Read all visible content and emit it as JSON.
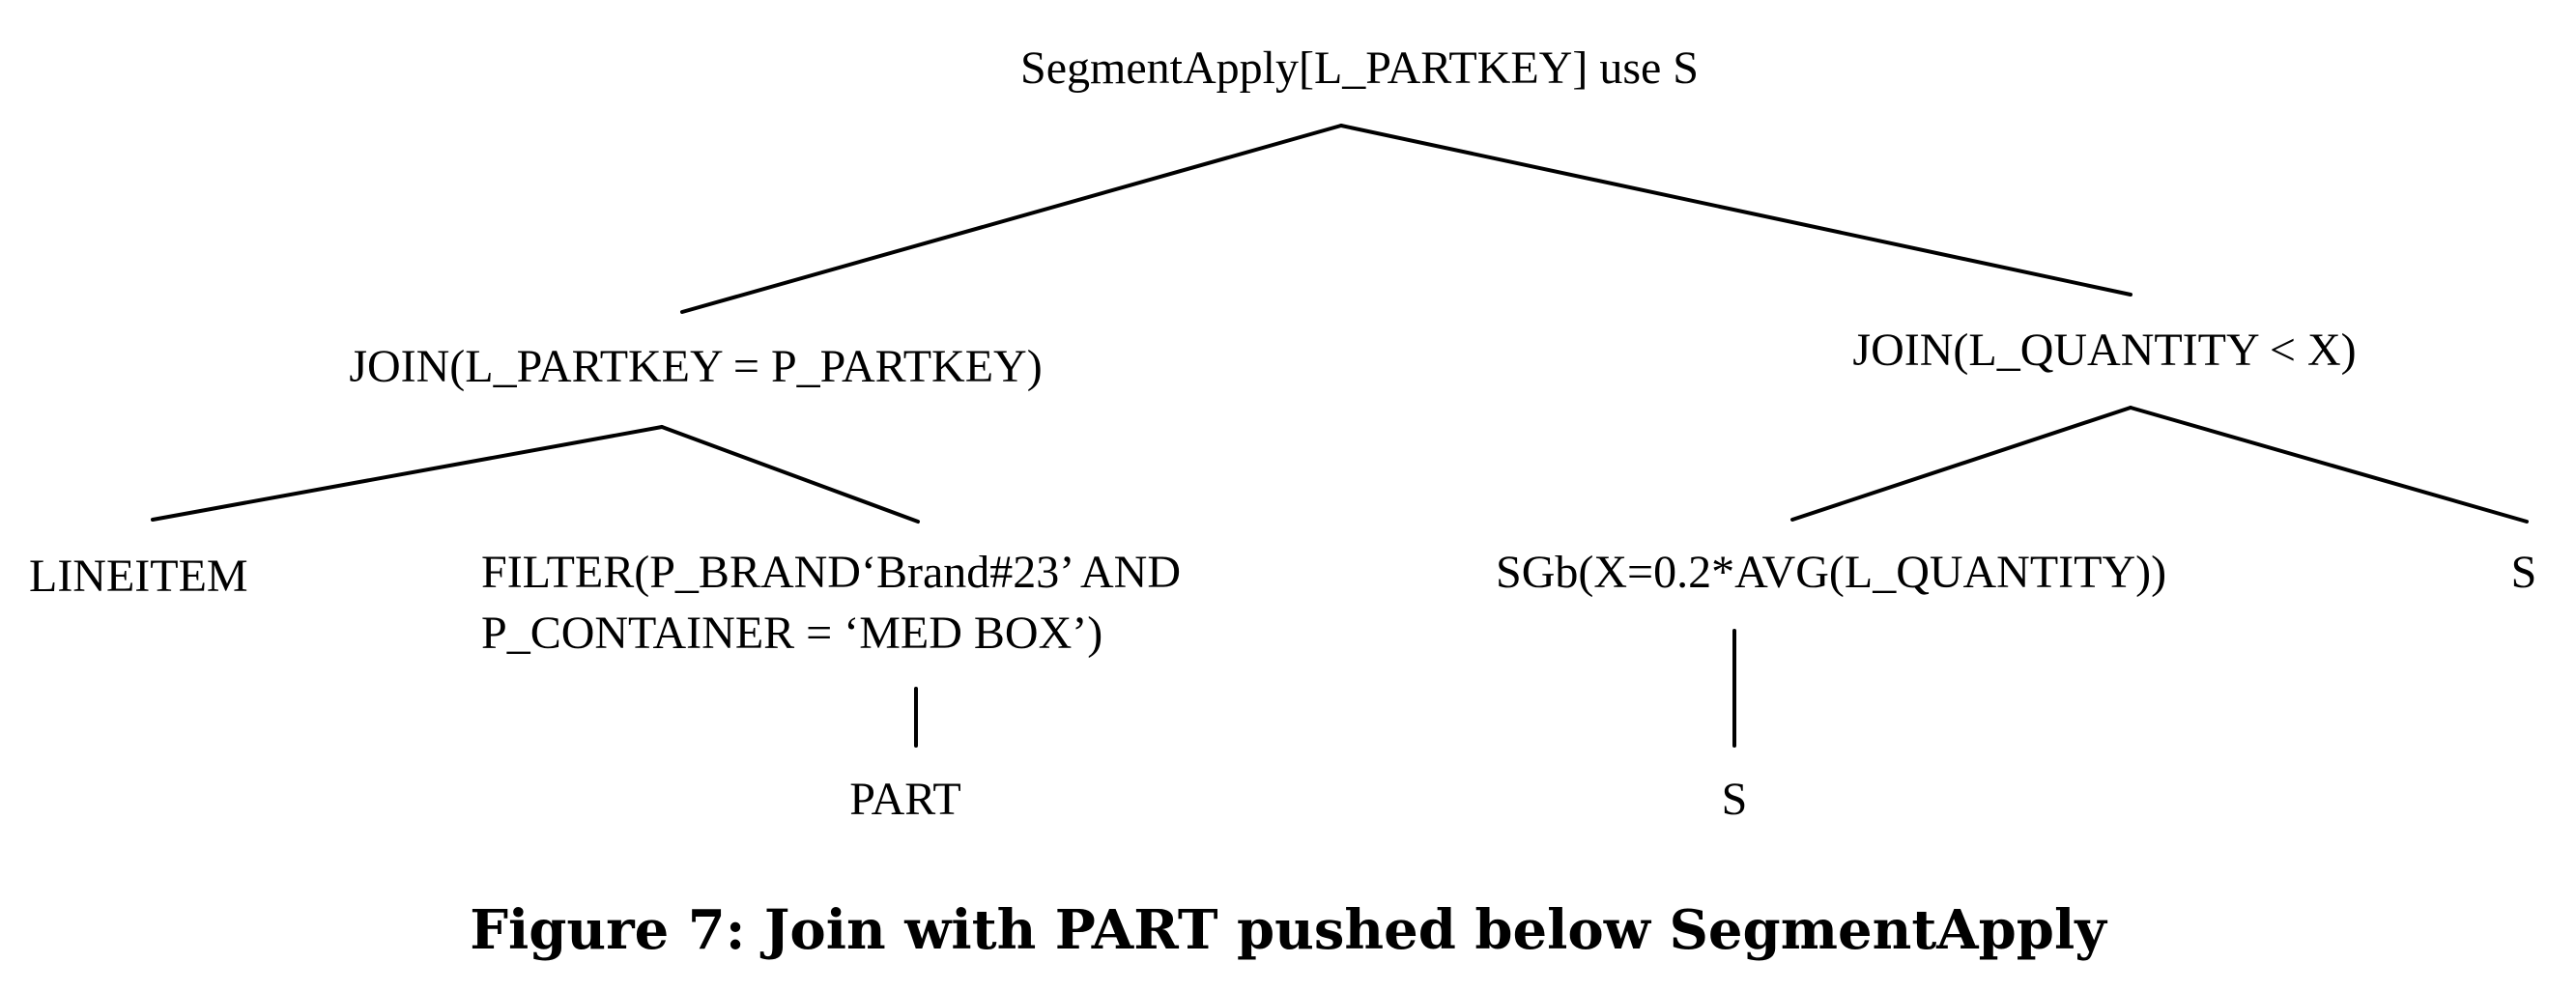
{
  "diagram": {
    "root": "SegmentApply[L_PARTKEY] use S",
    "join_left": "JOIN(L_PARTKEY = P_PARTKEY)",
    "join_right": "JOIN(L_QUANTITY < X)",
    "lineitem": "LINEITEM",
    "filter_line1": "FILTER(P_BRAND‘Brand#23’ AND",
    "filter_line2": "P_CONTAINER = ‘MED BOX’)",
    "part": "PART",
    "sgb": "SGb(X=0.2*AVG(L_QUANTITY))",
    "s_right": "S",
    "s_bottom": "S"
  },
  "caption": "Figure 7: Join with PART pushed below SegmentApply"
}
